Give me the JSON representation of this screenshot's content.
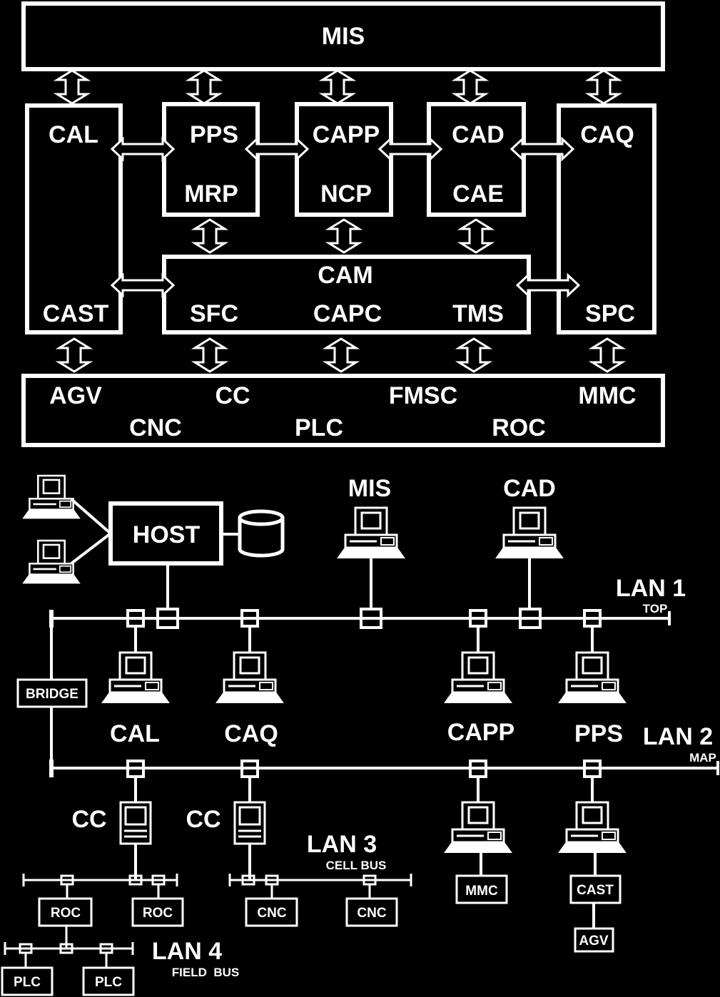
{
  "colors": {
    "background": "#000000",
    "foreground": "#ffffff"
  },
  "top": {
    "mis": "MIS",
    "cal": "CAL",
    "pps": "PPS",
    "mrp": "MRP",
    "capp": "CAPP",
    "ncp": "NCP",
    "cad": "CAD",
    "cae": "CAE",
    "caq": "CAQ",
    "cam": "CAM",
    "cast": "CAST",
    "sfc": "SFC",
    "capc": "CAPC",
    "tms": "TMS",
    "spc": "SPC",
    "agv": "AGV",
    "cc": "CC",
    "fmsc": "FMSC",
    "mmc": "MMC",
    "cnc": "CNC",
    "plc": "PLC",
    "roc": "ROC"
  },
  "network": {
    "host": "HOST",
    "mis": "MIS",
    "cad": "CAD",
    "lan1": "LAN 1",
    "lan1_sub": "TOP",
    "bridge": "BRIDGE",
    "cal": "CAL",
    "caq": "CAQ",
    "capp": "CAPP",
    "pps": "PPS",
    "lan2": "LAN 2",
    "lan2_sub": "MAP",
    "cc1": "CC",
    "cc2": "CC",
    "lan3": "LAN 3",
    "lan3_sub": "CELL BUS",
    "roc1": "ROC",
    "roc2": "ROC",
    "cnc1": "CNC",
    "cnc2": "CNC",
    "mmc": "MMC",
    "cast": "CAST",
    "agv": "AGV",
    "lan4": "LAN 4",
    "lan4_sub": "FIELD  BUS",
    "plc1": "PLC",
    "plc2": "PLC"
  }
}
